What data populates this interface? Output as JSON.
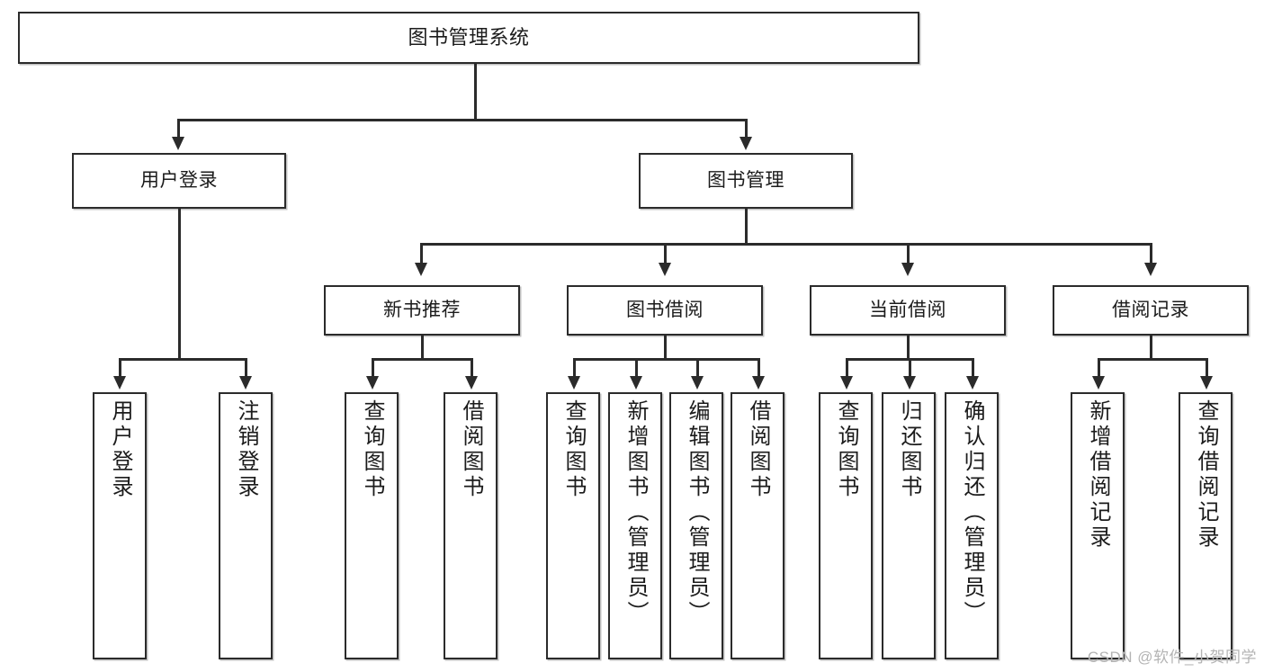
{
  "diagram": {
    "title": "图书管理系统",
    "watermark": "CSDN @软件_小贺同学",
    "colors": {
      "stroke": "#2b2b2b",
      "fill": "#ffffff",
      "text": "#1b1b1b",
      "watermark": "#b4b4b4"
    },
    "root": {
      "label": "图书管理系统"
    },
    "level2": [
      {
        "label": "用户登录"
      },
      {
        "label": "图书管理"
      }
    ],
    "level3": [
      {
        "label": "新书推荐"
      },
      {
        "label": "图书借阅"
      },
      {
        "label": "当前借阅"
      },
      {
        "label": "借阅记录"
      }
    ],
    "leaves": {
      "user_login": [
        {
          "label": "用户登录"
        },
        {
          "label": "注销登录"
        }
      ],
      "new_book": [
        {
          "label": "查询图书"
        },
        {
          "label": "借阅图书"
        }
      ],
      "book_borrow": [
        {
          "label": "查询图书"
        },
        {
          "label": "新增图书（管理员）"
        },
        {
          "label": "编辑图书（管理员）"
        },
        {
          "label": "借阅图书"
        }
      ],
      "current_borrow": [
        {
          "label": "查询图书"
        },
        {
          "label": "归还图书"
        },
        {
          "label": "确认归还（管理员）"
        }
      ],
      "borrow_record": [
        {
          "label": "新增借阅记录"
        },
        {
          "label": "查询借阅记录"
        }
      ]
    }
  }
}
